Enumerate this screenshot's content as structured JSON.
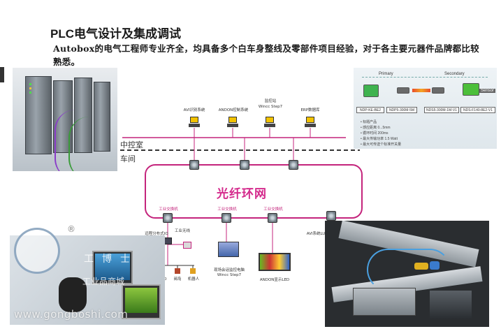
{
  "heading": {
    "title": "PLC电气设计及集成调试",
    "description": "Autobox的电气工程师专业齐全，均具备多个白车身整线及零部件项目经验，对于各主要元器件品牌都比较熟悉。"
  },
  "sensor_panel": {
    "primary_label": "Primary",
    "secondary_label": "Secondary",
    "connector_label": "Sensor",
    "tags": [
      "NDP-KE-BE2",
      "NDP5-300M-5M",
      "NDS5-300M-1M-V1",
      "NDS-F140-8E2-V1"
    ],
    "notes": [
      "• 标题产品",
      "• 感应距离 0...5mm",
      "• 循环时间 200ms",
      "• 最大传输功率 1.5 Watt",
      "• 最大可传送个标准开关量"
    ]
  },
  "network": {
    "top_stations": [
      "AVI识别系统",
      "ANDON控制系统",
      "监控站\nWincc Step7",
      "ERP数据库"
    ],
    "control_room_label": "中控室",
    "workshop_label": "车间",
    "ring_label": "光纤环网",
    "field_switch_labels": [
      "工业交换机",
      "工业交换机",
      "工业交换机"
    ],
    "avi_label": "AVI系统LU",
    "field_devices": [
      "远程分布式IO",
      "工业无线",
      "现场会话监控电脑\nWincc Step7",
      "ANDON显示LED"
    ],
    "io_labels": [
      "现场IO",
      "阀岛",
      "机器人"
    ],
    "colors": {
      "ring": "#c4247c",
      "bus": "#c4247c",
      "dashed": "#333333",
      "ring_text": "#d42a8c"
    }
  },
  "watermark": {
    "site": "www.gongboshi.com",
    "cn_name": "工博士",
    "cn_sub": "工业品商城",
    "registered": "®"
  }
}
